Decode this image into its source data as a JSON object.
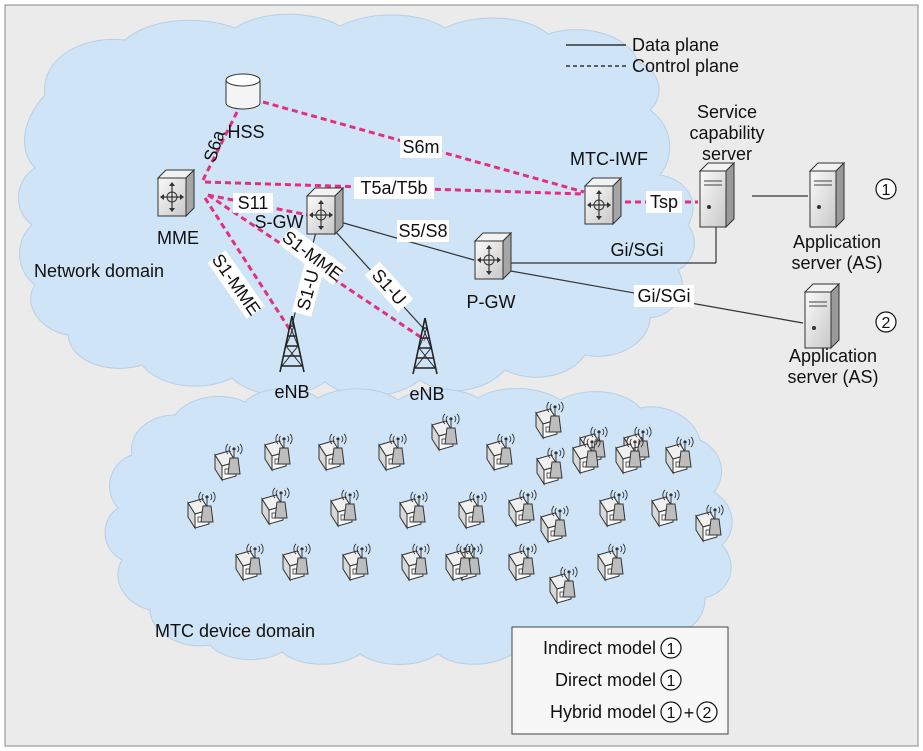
{
  "legend": {
    "data_plane": "Data plane",
    "control_plane": "Control plane"
  },
  "domains": {
    "network": "Network domain",
    "device": "MTC device domain"
  },
  "nodes": {
    "hss": "HSS",
    "mme": "MME",
    "sgw": "S-GW",
    "pgw": "P-GW",
    "mtc_iwf": "MTC-IWF",
    "scs_1": "Service",
    "scs_2": "capability",
    "scs_3": "server",
    "enb_1": "eNB",
    "enb_2": "eNB",
    "as1_1": "Application",
    "as1_2": "server (AS)",
    "as2_1": "Application",
    "as2_2": "server (AS)"
  },
  "interfaces": {
    "s6a": "S6a",
    "s6m": "S6m",
    "t5": "T5a/T5b",
    "tsp": "Tsp",
    "s11": "S11",
    "s5s8": "S5/S8",
    "gi_1": "Gi/SGi",
    "gi_2": "Gi/SGi",
    "s1mme_1": "S1-MME",
    "s1mme_2": "S1-MME",
    "s1u_1": "S1-U",
    "s1u_2": "S1-U"
  },
  "markers": {
    "one": "1",
    "two": "2"
  },
  "models": {
    "indirect": "Indirect model",
    "direct": "Direct model",
    "hybrid": "Hybrid model",
    "plus": "+"
  },
  "colors": {
    "background": "#ebebeb",
    "cloud": "#cfe4f6",
    "control": "#e2307c",
    "line": "#333333"
  }
}
